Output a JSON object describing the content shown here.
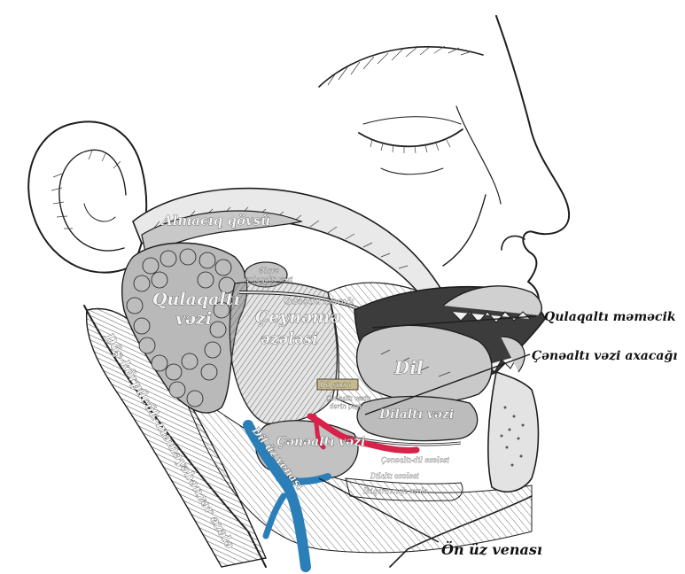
{
  "colors": {
    "artery": "#d8224a",
    "vein": "#2b7fb8",
    "ink": "#1e1e1e",
    "tissue": "#bdbdbd",
    "tissue_dark": "#6e6e6e",
    "tongue": "#c9c9c9",
    "tag_fill": "#c8b98a"
  },
  "labels": {
    "zygomatic_arch": "Almacıq qövsü",
    "parotid_gland_l1": "Qulaqaltı",
    "parotid_gland_l2": "vəzi",
    "accessory_parotid_l1": "Əlavə",
    "accessory_parotid_l2": "qulaqaltı vəzi",
    "parotid_duct": "Qulaqaltı axacağı",
    "masseter_l1": "Çeynəmə",
    "masseter_l2": "əzələsi",
    "sternocleidomastoid": "Döş-körpücük-məməyəbənzər əzələ",
    "tongue": "Dil",
    "lingual_nerve": "Dil siniri",
    "submandibular_gland_deep_l1": "Çənəaltı vəzin",
    "submandibular_gland_deep_l2": "dərin payı",
    "sublingual_gland": "Dilaltı vəzi",
    "submandibular_gland": "Çənəaltı vəzi",
    "lingual_vein": "Dil üz venası",
    "hyoglossus": "Çənəaltı-dil əzələsi",
    "mylohyoid": "Dilaltı əzələsi",
    "digastric": "İkiqarıncıqlı əzələ"
  },
  "callouts": {
    "parotid_papilla": "Qulaqaltı məməcik",
    "submandibular_duct": "Çənəaltı vəzi axacağı",
    "anterior_facial_vein": "Ön üz venası"
  }
}
